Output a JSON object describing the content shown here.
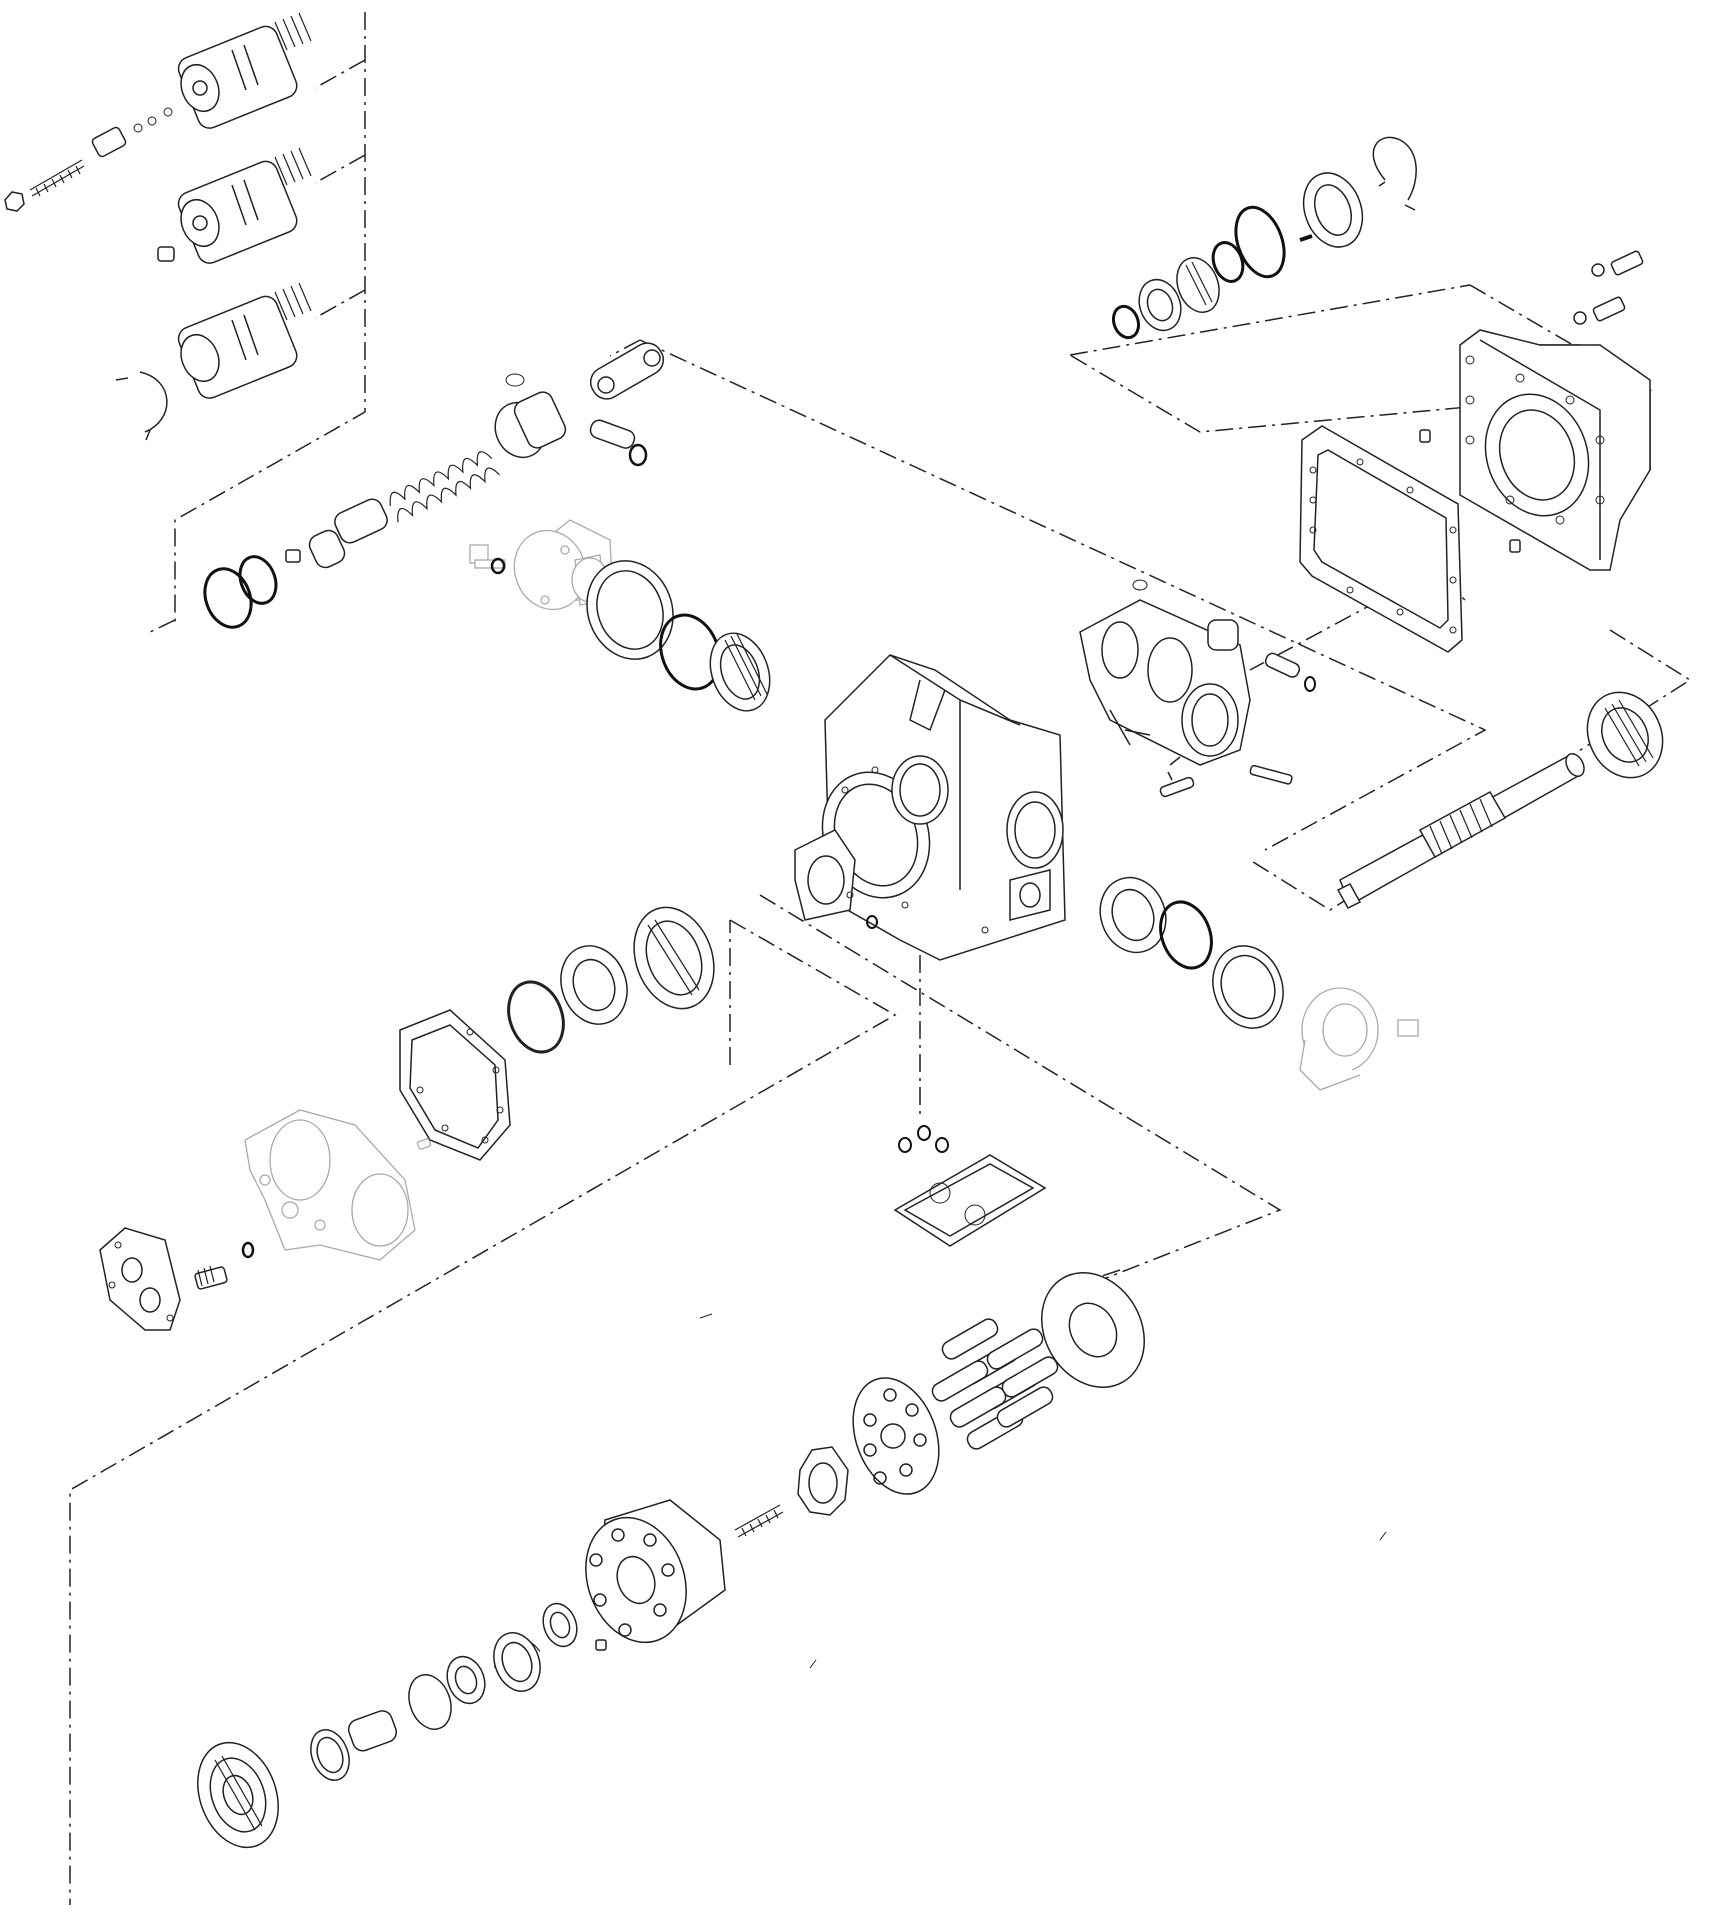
{
  "title": "",
  "palette": {
    "line": "#222222",
    "ghost": "#aaaaaa",
    "background": "#ffffff"
  },
  "groups": [
    {
      "name": "solenoid-cartridge-valves"
    },
    {
      "name": "control-spring-assembly"
    },
    {
      "name": "swashplate-cradle"
    },
    {
      "name": "mounting-flange-assembly"
    },
    {
      "name": "drive-shaft-assembly"
    },
    {
      "name": "pump-housing"
    },
    {
      "name": "end-cap-assembly"
    },
    {
      "name": "rotating-group"
    }
  ]
}
